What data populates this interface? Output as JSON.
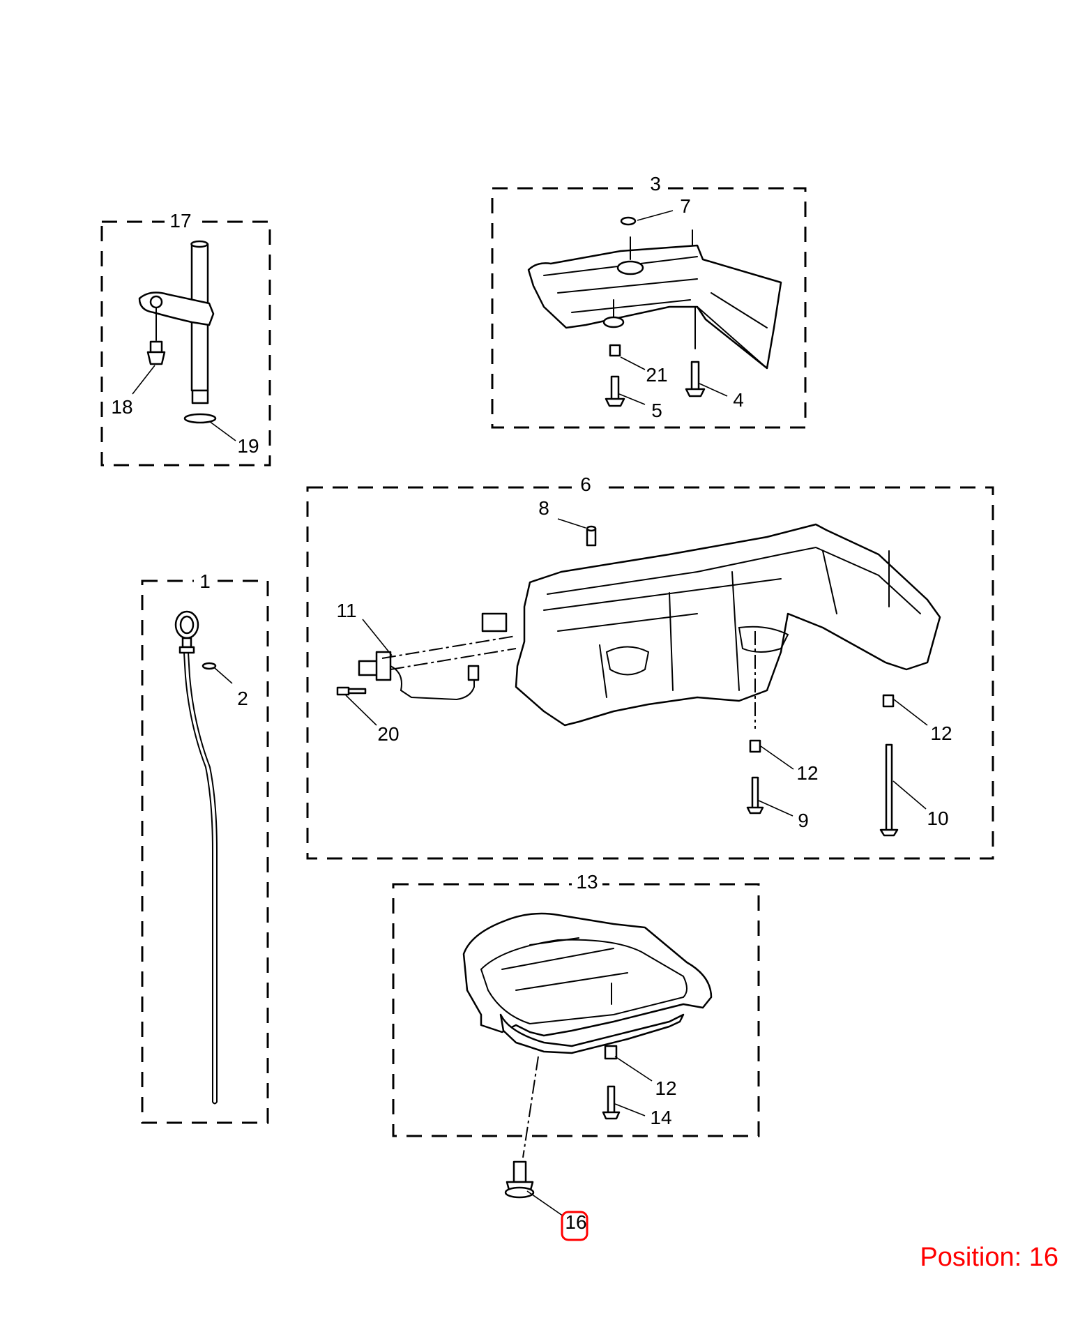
{
  "callouts": {
    "c1": "1",
    "c2": "2",
    "c3": "3",
    "c4": "4",
    "c5": "5",
    "c6": "6",
    "c7": "7",
    "c8": "8",
    "c9": "9",
    "c10": "10",
    "c11": "11",
    "c12a": "12",
    "c12b": "12",
    "c12c": "12",
    "c13": "13",
    "c14": "14",
    "c16": "16",
    "c17": "17",
    "c18": "18",
    "c19": "19",
    "c20": "20",
    "c21": "21"
  },
  "highlight": {
    "callout": "16",
    "color": "#ff0000"
  },
  "position_label": "Position: 16"
}
